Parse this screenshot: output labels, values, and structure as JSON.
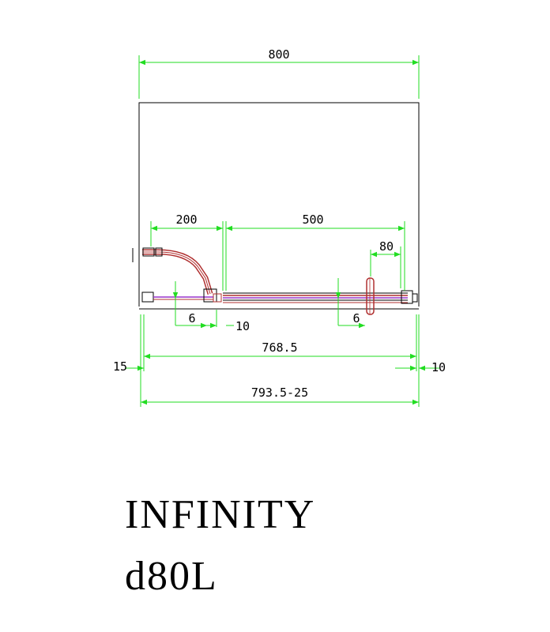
{
  "dimensions": {
    "overall_width": "800",
    "fixed_panel": "200",
    "door_opening": "500",
    "handle_offset": "80",
    "left_gap": "6",
    "right_gap": "6",
    "joint": "10",
    "inner_width": "768.5",
    "left_wall": "15",
    "right_wall": "10",
    "adjustment_range": "793.5-25"
  },
  "product": {
    "name": "INFINITY",
    "model": "d80L"
  },
  "colors": {
    "dimension": "#22dd22",
    "outline": "#000000",
    "profile": "#b03030",
    "glass": "#9933cc"
  }
}
